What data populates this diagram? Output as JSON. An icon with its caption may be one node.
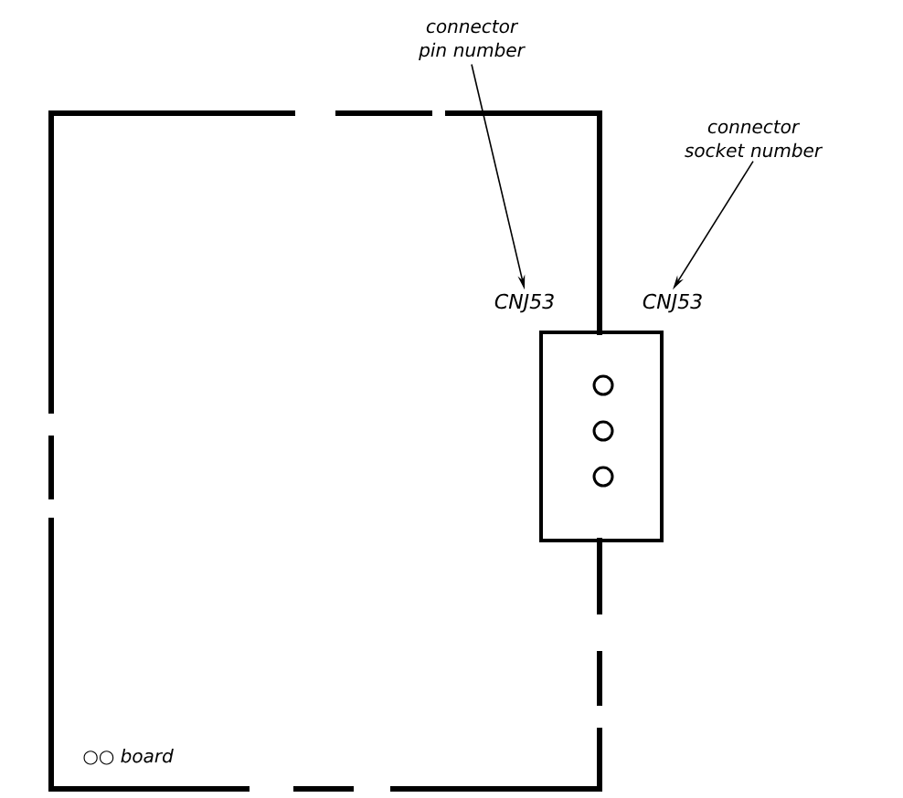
{
  "diagram": {
    "nodes": [
      {
        "text": [],
        "shape": "box"
      },
      {
        "text": [
          "connector pin number"
        ]
      },
      {
        "text": [
          "CNJ53"
        ]
      },
      {
        "text": [
          "connector socket number"
        ]
      },
      {
        "text": [
          "CNJ53"
        ]
      }
    ],
    "edges": [
      {
        "from": 1,
        "to": 2,
        "arrow": "to"
      },
      {
        "from": 3,
        "to": 4,
        "arrow": "to"
      }
    ],
    "labels": [
      "○○ board"
    ]
  }
}
